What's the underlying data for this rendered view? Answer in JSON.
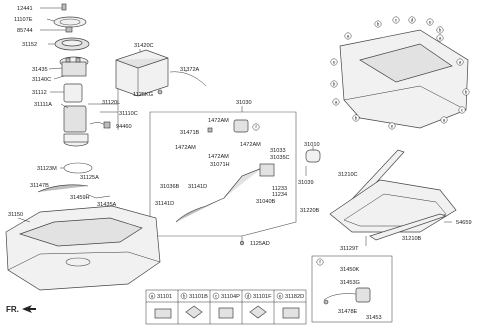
{
  "callouts": {
    "p12441": "12441",
    "p11107E": "11107E",
    "p85744": "85744",
    "p31152": "31152",
    "p31435_top": "31435",
    "p31140C": "31140C",
    "p31112": "31112",
    "p31111A": "31111A",
    "p31420C": "31420C",
    "p31372A": "31372A",
    "p1125KG": "1125KG",
    "p31120L": "31120L",
    "p31110C": "31110C",
    "p94460": "94460",
    "p31123M": "31123M",
    "p31147B": "31147B",
    "p31125A": "31125A",
    "p31459H": "31459H",
    "p31435A": "31435A",
    "p31150": "31150",
    "p31030": "31030",
    "p1472AM_a": "1472AM",
    "p31471B": "31471B",
    "p1472AM_b": "1472AM",
    "p1472AM_c": "1472AM",
    "p1472AM_d": "1472AM",
    "p31071H": "31071H",
    "p31033": "31033",
    "p31035C": "31035C",
    "p31010": "31010",
    "p31036B": "31036B",
    "p31141D_a": "31141D",
    "p31141D_b": "31141D",
    "p11233": "11233",
    "p11234": "11234",
    "p31040B": "31040B",
    "p31039": "31039",
    "p31210C": "31210C",
    "p31220B": "31220B",
    "p31210B": "31210B",
    "p54659": "54659",
    "p31129T": "31129T",
    "p1125AD": "1125AD",
    "p31450K": "31450K",
    "p31453G": "31453G",
    "p31478E": "31478E",
    "p31453": "31453"
  },
  "circle_letters": {
    "a": "a",
    "b": "b",
    "c": "c",
    "d": "d",
    "e": "e",
    "f": "f"
  },
  "legend": {
    "items": [
      {
        "letter": "a",
        "part": "31101"
      },
      {
        "letter": "b",
        "part": "31101B"
      },
      {
        "letter": "c",
        "part": "31104P"
      },
      {
        "letter": "d",
        "part": "31101F"
      },
      {
        "letter": "e",
        "part": "31182D"
      }
    ]
  },
  "inset_f": {
    "letter": "f"
  },
  "front_marker": "FR."
}
